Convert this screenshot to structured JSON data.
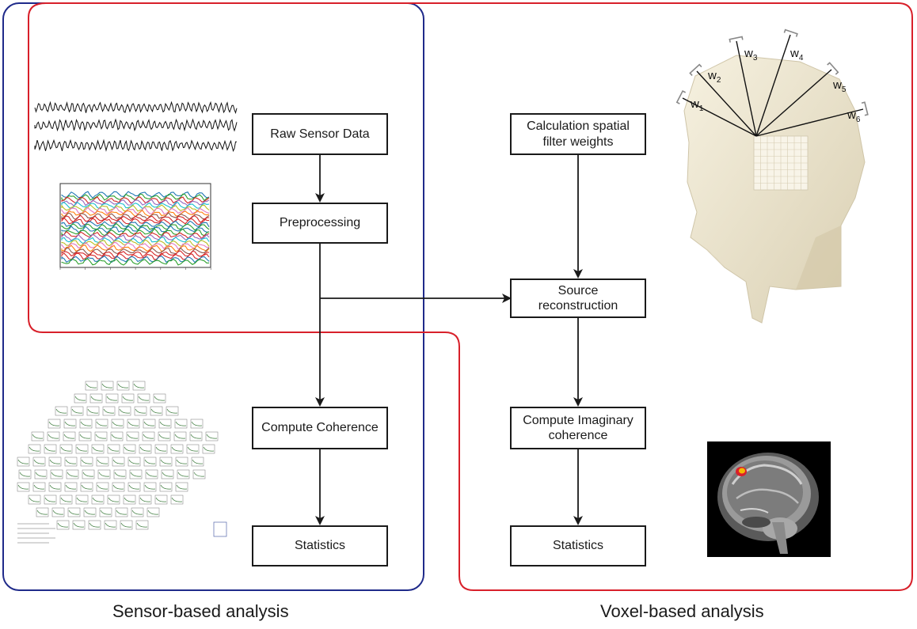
{
  "boxes": {
    "raw_sensor_data": "Raw Sensor Data",
    "preprocessing": "Preprocessing",
    "compute_coherence": "Compute Coherence",
    "statistics_sensor": "Statistics",
    "calc_weights_line1": "Calculation spatial",
    "calc_weights_line2": "filter weights",
    "source_recon_line1": "Source",
    "source_recon_line2": "reconstruction",
    "imag_coh_line1": "Compute Imaginary",
    "imag_coh_line2": "coherence",
    "statistics_voxel": "Statistics"
  },
  "captions": {
    "sensor": "Sensor-based analysis",
    "voxel": "Voxel-based analysis"
  },
  "weights": [
    {
      "sym": "w",
      "sub": "1"
    },
    {
      "sym": "w",
      "sub": "2"
    },
    {
      "sym": "w",
      "sub": "3"
    },
    {
      "sym": "w",
      "sub": "4"
    },
    {
      "sym": "w",
      "sub": "5"
    },
    {
      "sym": "w",
      "sub": "6"
    }
  ],
  "colors": {
    "sensor_region": "#1f2a8a",
    "voxel_region": "#d8202a",
    "head": "#efe8d2",
    "arrow": "#1a1a1a"
  }
}
